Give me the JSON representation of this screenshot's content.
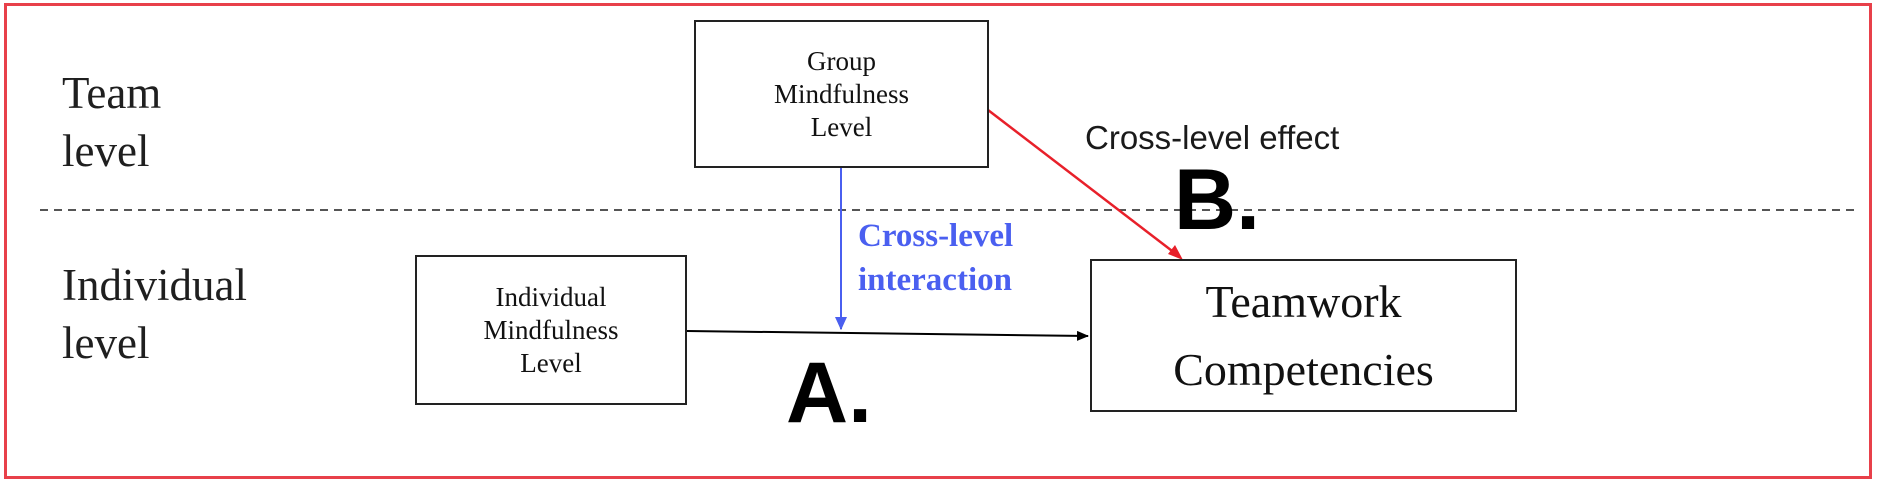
{
  "levels": {
    "team": "Team\nlevel",
    "individual": "Individual\nlevel"
  },
  "boxes": {
    "group": "Group\nMindfulness\nLevel",
    "individual": "Individual\nMindfulness\nLevel",
    "teamwork": "Teamwork\nCompetencies"
  },
  "annotations": {
    "cross_level_effect": "Cross-level effect",
    "cross_level_interaction": "Cross-level\ninteraction",
    "label_a": "A.",
    "label_b": "B."
  },
  "colors": {
    "frame": "#e8404a",
    "interaction_arrow": "#4a5ff0",
    "effect_arrow": "#e8202a",
    "main_arrow": "#000000"
  }
}
